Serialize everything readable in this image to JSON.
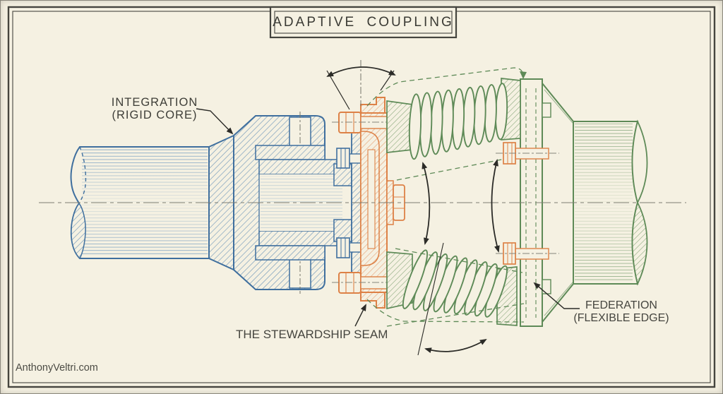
{
  "title": {
    "text": "ADAPTIVE COUPLING"
  },
  "watermark": {
    "text": "AnthonyVeltri.com"
  },
  "labels": {
    "integration": {
      "line1": "INTEGRATION",
      "line2": "(RIGID CORE)"
    },
    "stewardship": {
      "text": "THE STEWARDSHIP SEAM"
    },
    "federation": {
      "line1": "FEDERATION",
      "line2": "(FLEXIBLE EDGE)"
    }
  },
  "diagram": {
    "type": "cross-section technical illustration of a shaft coupling",
    "parts": [
      {
        "name": "rigid core hub and shaft",
        "label": "INTEGRATION (RIGID CORE)",
        "color": "#3f6f9e"
      },
      {
        "name": "center flange seam plate with bolts",
        "label": "THE STEWARDSHIP SEAM",
        "color": "#dd8146"
      },
      {
        "name": "flexible edge springs, flange and shaft",
        "label": "FEDERATION (FLEXIBLE EDGE)",
        "color": "#5e8a57"
      }
    ],
    "motion_marks": "double-headed arrows showing angular flex at top, middle and bottom of the spring section"
  },
  "colors": {
    "background": "#f5f1e2",
    "frame": "#45453f",
    "rigid_core_blue": "#3f6f9e",
    "seam_orange": "#dd8146",
    "flexible_green": "#5e8a57",
    "annotation_black": "#2b2b27"
  }
}
